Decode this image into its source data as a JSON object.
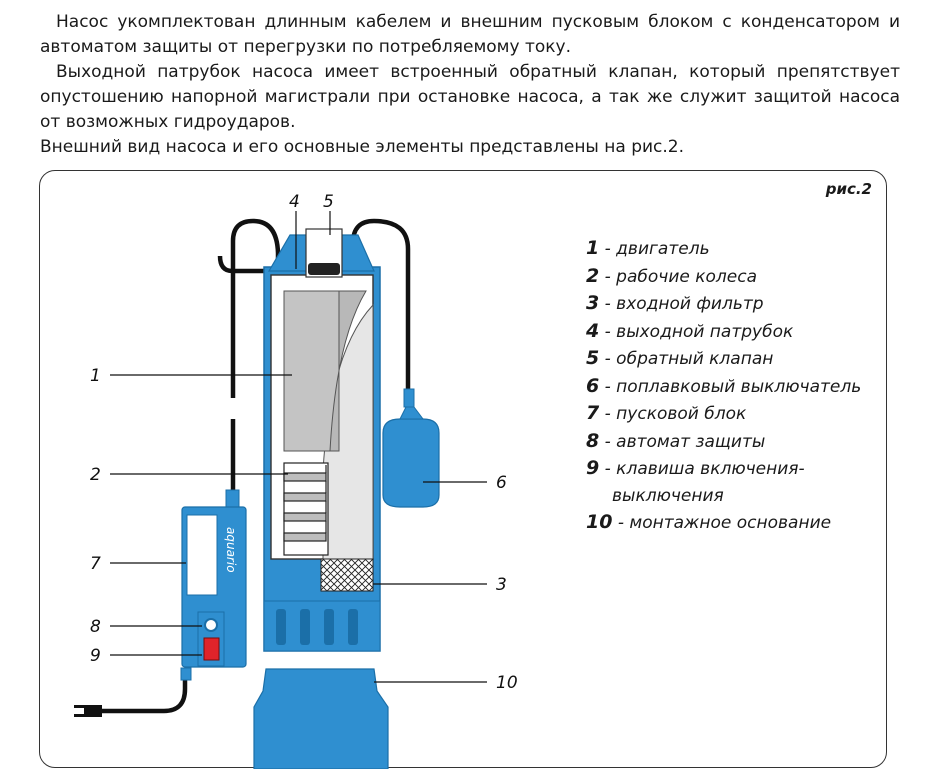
{
  "intro": {
    "p1": "Насос укомплектован длинным кабелем и внешним пусковым блоком с конденсатором и автоматом защиты от перегрузки по потребляемому току.",
    "p2": "Выходной патрубок насоса имеет встроенный обратный клапан, который препятствует опустошению напорной магистрали при остановке насоса, а так же служит защитой насоса от возможных гидроударов.",
    "p3": "Внешний вид насоса и его основные элементы представлены на рис.2."
  },
  "figure": {
    "label": "рис.2",
    "brand": "aquario",
    "callouts": [
      "1",
      "2",
      "3",
      "4",
      "5",
      "6",
      "7",
      "8",
      "9",
      "10"
    ],
    "legend": [
      {
        "num": "1",
        "text": "- двигатель"
      },
      {
        "num": "2",
        "text": "- рабочие колеса"
      },
      {
        "num": "3",
        "text": "- входной фильтр"
      },
      {
        "num": "4",
        "text": "- выходной патрубок"
      },
      {
        "num": "5",
        "text": "- обратный клапан"
      },
      {
        "num": "6",
        "text": "- поплавковый выключатель"
      },
      {
        "num": "7",
        "text": "- пусковой блок"
      },
      {
        "num": "8",
        "text": "- автомат защиты"
      },
      {
        "num": "9",
        "text": "- клавиша включения-",
        "cont": "выключения"
      },
      {
        "num": "10",
        "text": "- монтажное основание"
      }
    ]
  },
  "colors": {
    "blue": "#2f8fd0",
    "blue_dark": "#1b6fa8",
    "cable": "#111111",
    "motor": "#c4c4c4",
    "switch": "#e0242a"
  }
}
